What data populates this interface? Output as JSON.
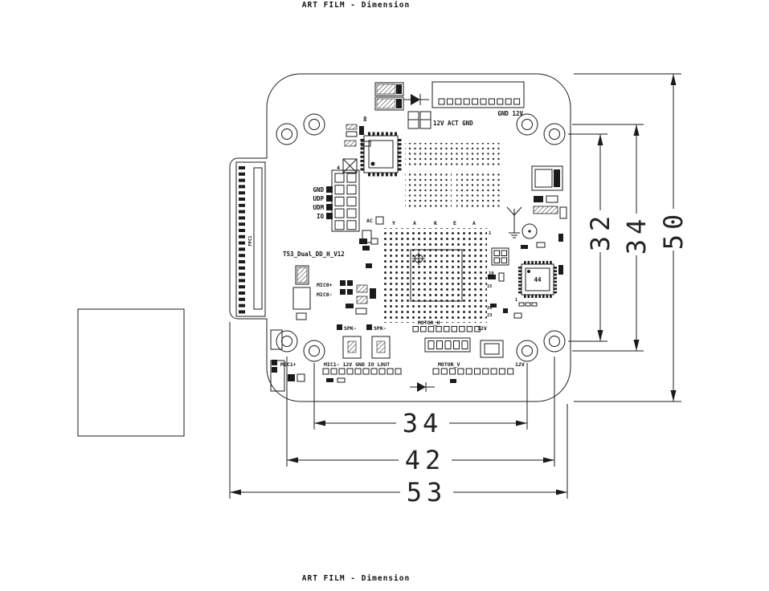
{
  "page": {
    "title_top": "ART FILM - Dimension",
    "title_bottom": "ART FILM - Dimension"
  },
  "colors": {
    "ink": "#1b1b1b",
    "background": "#ffffff"
  },
  "dims": {
    "v32": "32",
    "v34": "34",
    "v50": "50",
    "h34": "34",
    "h42": "42",
    "h53": "53"
  },
  "board": {
    "name": "T53_Dual_DD_H_V12",
    "top": {
      "gnd12v": "GND 12V",
      "act": "12V ACT GND",
      "pin8": "8"
    },
    "left": {
      "gnd": "GND",
      "udp": "UDP",
      "udm": "UDM",
      "io": "IO",
      "ac": "AC",
      "fpc": "FPC1",
      "pin4": "4"
    },
    "mid": {
      "mic0p": "MIC0+",
      "mic0m": "MIC0-"
    },
    "bga": {
      "cols": [
        "Y",
        "A",
        "K",
        "E",
        "A"
      ],
      "rows": [
        "1",
        "10",
        "15",
        "20",
        "23"
      ]
    },
    "chip": {
      "u44": "44",
      "pin1": "1"
    },
    "bottom": {
      "spk1": "SPK-",
      "spk2": "SPK-",
      "motor_h": "MOTOR_H",
      "v12a": "12V",
      "mic1p": "MIC1+",
      "rail": "MIC1- 12V GND IO LOUT",
      "motor_v": "MOTOR_V",
      "v12b": "12V"
    }
  }
}
